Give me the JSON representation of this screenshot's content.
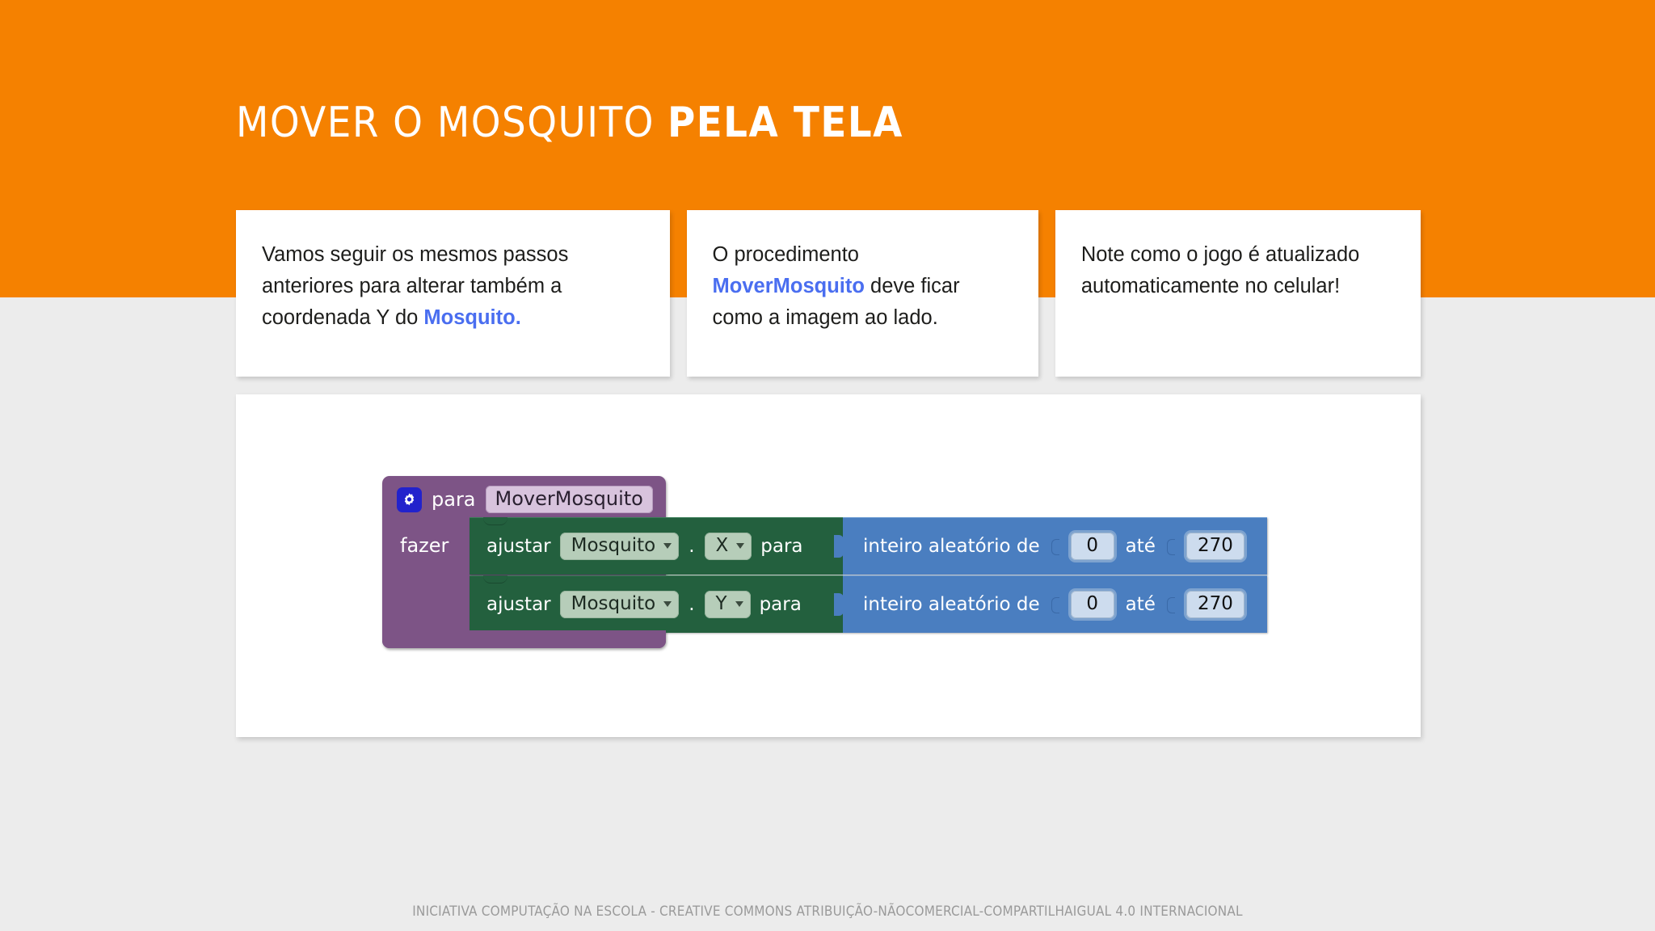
{
  "header": {
    "background_color": "#f58100",
    "title_light": "MOVER O MOSQUITO",
    "title_bold": "PELA TELA"
  },
  "cards": [
    {
      "id": "card-steps",
      "text_part_1": "Vamos seguir os mesmos passos anteriores para alterar também a coordenada Y do ",
      "highlight": "Mosquito.",
      "text_part_2": ""
    },
    {
      "id": "card-procedure",
      "text_part_1": "O procedimento ",
      "highlight": "MoverMosquito",
      "text_part_2": " deve ficar como a imagem ao lado."
    },
    {
      "id": "card-note",
      "text_part_1": "Note como o jogo é atualizado automaticamente no celular!",
      "highlight": "",
      "text_part_2": ""
    }
  ],
  "highlight_color": "#4a6ef0",
  "program": {
    "procedure": {
      "icon": "gear-icon",
      "keyword": "para",
      "name": "MoverMosquito",
      "body_keyword": "fazer",
      "color": "#7d5486"
    },
    "statements": [
      {
        "keyword": "ajustar",
        "component": "Mosquito",
        "separator": ".",
        "property": "X",
        "connector": "para",
        "color": "#23603e",
        "value": {
          "label": "inteiro aleatório de",
          "from": "0",
          "between_label": "até",
          "to": "270",
          "color": "#4a7ec0"
        }
      },
      {
        "keyword": "ajustar",
        "component": "Mosquito",
        "separator": ".",
        "property": "Y",
        "connector": "para",
        "color": "#23603e",
        "value": {
          "label": "inteiro aleatório de",
          "from": "0",
          "between_label": "até",
          "to": "270",
          "color": "#4a7ec0"
        }
      }
    ]
  },
  "footer": {
    "text": "INICIATIVA COMPUTAÇÃO NA ESCOLA - CREATIVE COMMONS ATRIBUIÇÃO-NÃOCOMERCIAL-COMPARTILHAIGUAL 4.0 INTERNACIONAL"
  }
}
